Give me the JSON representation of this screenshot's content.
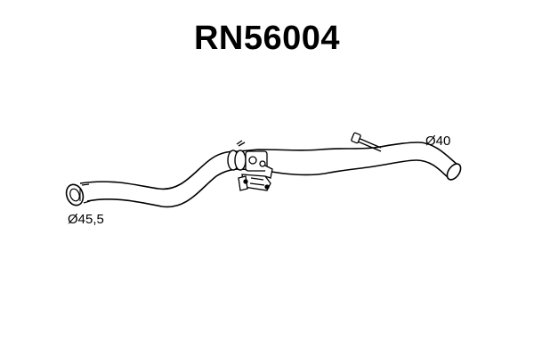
{
  "title": "RN56004",
  "labels": {
    "outlet_diameter": "Ø40",
    "inlet_diameter": "Ø45,5"
  },
  "colors": {
    "line": "#000000",
    "background": "#ffffff"
  }
}
